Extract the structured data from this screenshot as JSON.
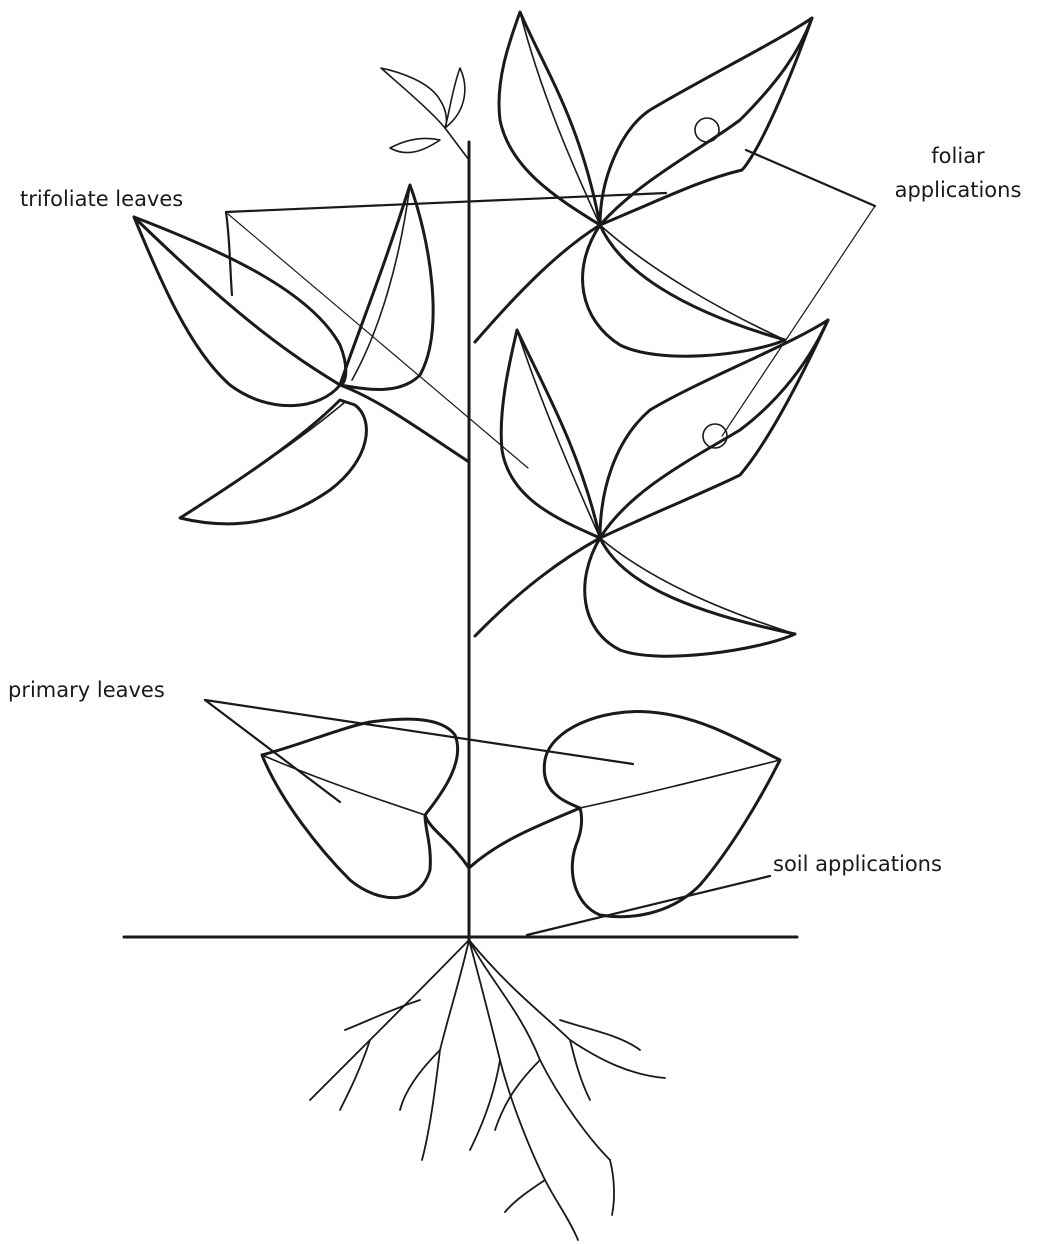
{
  "labels": {
    "trifoliate": "trifoliate leaves",
    "foliar_line1": "foliar",
    "foliar_line2": "applications",
    "primary": "primary leaves",
    "soil": "soil applications"
  }
}
